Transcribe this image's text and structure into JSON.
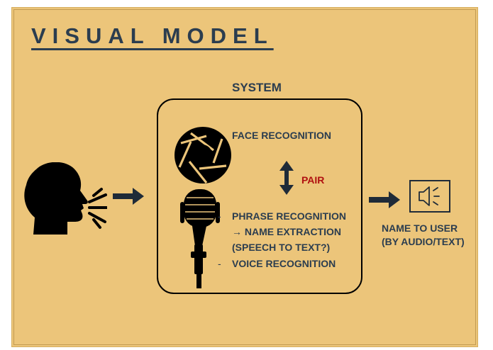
{
  "title": "VISUAL MODEL",
  "system": {
    "label": "SYSTEM",
    "face": "FACE RECOGNITION",
    "pair": "PAIR",
    "phrase": "PHRASE RECOGNITION",
    "name_extraction": "→ NAME EXTRACTION",
    "speech_to_text": "(SPEECH TO TEXT?)",
    "voice": "VOICE RECOGNITION"
  },
  "output": {
    "line1": "NAME TO USER",
    "line2": "(BY AUDIO/TEXT)"
  },
  "icons": [
    "speaking-head-icon",
    "camera-aperture-icon",
    "microphone-icon",
    "speaker-icon"
  ],
  "colors": {
    "background": "#ecc57a",
    "text": "#2b3d4f",
    "pair": "#b01010"
  }
}
